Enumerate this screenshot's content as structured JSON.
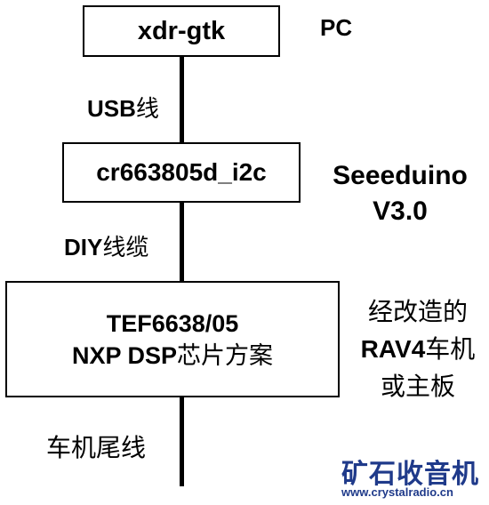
{
  "boxes": {
    "top": {
      "label": "xdr-gtk"
    },
    "middle": {
      "label": "cr663805d_i2c"
    },
    "bottom": {
      "line1": "TEF6638/05",
      "line2_latin": "NXP DSP",
      "line2_cn": "芯片方案"
    }
  },
  "side_labels": {
    "pc": "PC",
    "seeeduino_line1": "Seeeduino",
    "seeeduino_line2": "V3.0",
    "rav4_line1": "经改造的",
    "rav4_line2_latin": "RAV4",
    "rav4_line2_cn": "车机",
    "rav4_line3": "或主板"
  },
  "connector_labels": {
    "usb_latin": "USB",
    "usb_cn": "线",
    "diy_latin": "DIY",
    "diy_cn": "线缆",
    "tail": "车机尾线"
  },
  "watermark": {
    "brand": "矿石收音机",
    "url": "www.crystalradio.cn",
    "color": "#1f3a8a"
  }
}
